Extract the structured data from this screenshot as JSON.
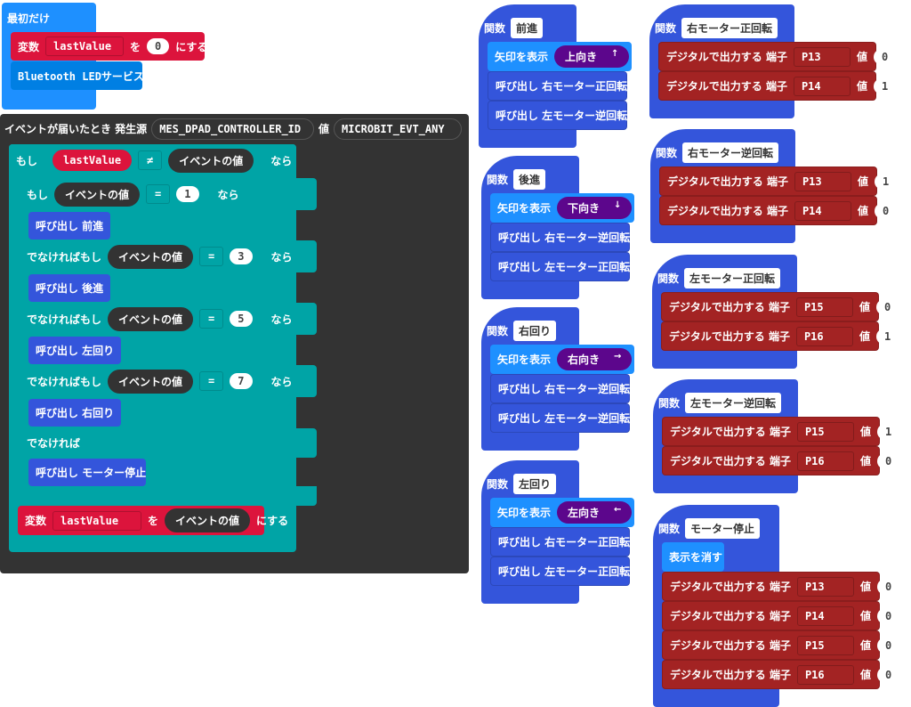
{
  "start": {
    "label": "最初だけ",
    "var_prefix": "変数",
    "var_name": "lastValue",
    "var_mid": "を",
    "var_value": "0",
    "var_suffix": "にする",
    "bt": "Bluetooth LEDサービス"
  },
  "event": {
    "label": "イベントが届いたとき 発生源",
    "source": "MES_DPAD_CONTROLLER_ID",
    "value_label": "値",
    "value": "MICROBIT_EVT_ANY",
    "if_label": "もし",
    "then_label": "なら",
    "last_value": "lastValue",
    "neq": "≠",
    "event_value": "イベントの値",
    "eq": "=",
    "branches": [
      {
        "label": "もし",
        "num": "1",
        "call": "呼び出し 前進"
      },
      {
        "label": "でなければもし",
        "num": "3",
        "call": "呼び出し 後進"
      },
      {
        "label": "でなければもし",
        "num": "5",
        "call": "呼び出し 左回り"
      },
      {
        "label": "でなければもし",
        "num": "7",
        "call": "呼び出し 右回り"
      }
    ],
    "else_label": "でなければ",
    "else_call": "呼び出し モーター停止",
    "set_prefix": "変数",
    "set_var": "lastValue",
    "set_mid": "を",
    "set_suffix": "にする"
  },
  "functions": [
    {
      "keyword": "関数",
      "name": "前進",
      "blocks": [
        {
          "type": "arrow",
          "label": "矢印を表示",
          "dir": "上向き",
          "glyph": "↑"
        },
        {
          "type": "call",
          "label": "呼び出し 右モーター正回転"
        },
        {
          "type": "call",
          "label": "呼び出し 左モーター逆回転"
        }
      ]
    },
    {
      "keyword": "関数",
      "name": "後進",
      "blocks": [
        {
          "type": "arrow",
          "label": "矢印を表示",
          "dir": "下向き",
          "glyph": "↓"
        },
        {
          "type": "call",
          "label": "呼び出し 右モーター逆回転"
        },
        {
          "type": "call",
          "label": "呼び出し 左モーター正回転"
        }
      ]
    },
    {
      "keyword": "関数",
      "name": "右回り",
      "blocks": [
        {
          "type": "arrow",
          "label": "矢印を表示",
          "dir": "右向き",
          "glyph": "→"
        },
        {
          "type": "call",
          "label": "呼び出し 右モーター逆回転"
        },
        {
          "type": "call",
          "label": "呼び出し 左モーター逆回転"
        }
      ]
    },
    {
      "keyword": "関数",
      "name": "左回り",
      "blocks": [
        {
          "type": "arrow",
          "label": "矢印を表示",
          "dir": "左向き",
          "glyph": "←"
        },
        {
          "type": "call",
          "label": "呼び出し 右モーター正回転"
        },
        {
          "type": "call",
          "label": "呼び出し 左モーター正回転"
        }
      ]
    },
    {
      "keyword": "関数",
      "name": "右モーター正回転",
      "blocks": [
        {
          "type": "pin",
          "label": "デジタルで出力する 端子",
          "pin": "P13",
          "val_label": "値",
          "value": "0"
        },
        {
          "type": "pin",
          "label": "デジタルで出力する 端子",
          "pin": "P14",
          "val_label": "値",
          "value": "1"
        }
      ]
    },
    {
      "keyword": "関数",
      "name": "右モーター逆回転",
      "blocks": [
        {
          "type": "pin",
          "label": "デジタルで出力する 端子",
          "pin": "P13",
          "val_label": "値",
          "value": "1"
        },
        {
          "type": "pin",
          "label": "デジタルで出力する 端子",
          "pin": "P14",
          "val_label": "値",
          "value": "0"
        }
      ]
    },
    {
      "keyword": "関数",
      "name": "左モーター正回転",
      "blocks": [
        {
          "type": "pin",
          "label": "デジタルで出力する 端子",
          "pin": "P15",
          "val_label": "値",
          "value": "0"
        },
        {
          "type": "pin",
          "label": "デジタルで出力する 端子",
          "pin": "P16",
          "val_label": "値",
          "value": "1"
        }
      ]
    },
    {
      "keyword": "関数",
      "name": "左モーター逆回転",
      "blocks": [
        {
          "type": "pin",
          "label": "デジタルで出力する 端子",
          "pin": "P15",
          "val_label": "値",
          "value": "1"
        },
        {
          "type": "pin",
          "label": "デジタルで出力する 端子",
          "pin": "P16",
          "val_label": "値",
          "value": "0"
        }
      ]
    },
    {
      "keyword": "関数",
      "name": "モーター停止",
      "blocks": [
        {
          "type": "clear",
          "label": "表示を消す"
        },
        {
          "type": "pin",
          "label": "デジタルで出力する 端子",
          "pin": "P13",
          "val_label": "値",
          "value": "0"
        },
        {
          "type": "pin",
          "label": "デジタルで出力する 端子",
          "pin": "P14",
          "val_label": "値",
          "value": "0"
        },
        {
          "type": "pin",
          "label": "デジタルで出力する 端子",
          "pin": "P15",
          "val_label": "値",
          "value": "0"
        },
        {
          "type": "pin",
          "label": "デジタルで出力する 端子",
          "pin": "P16",
          "val_label": "値",
          "value": "0"
        }
      ]
    }
  ]
}
